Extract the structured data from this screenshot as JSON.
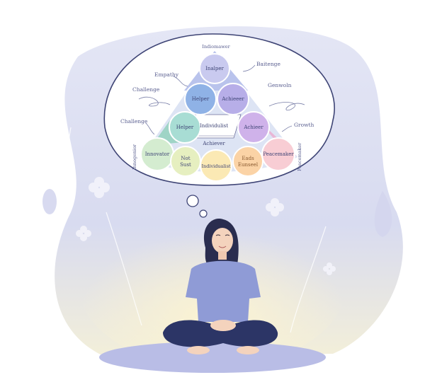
{
  "diagram": {
    "top_label": "Indiomawer",
    "annotations": {
      "empathy": "Empathy",
      "challenge_upper": "Challenge",
      "challenge_lower": "Challenge",
      "baitenge": "Baitenge",
      "genwoln": "Genwoln",
      "growth": "Growth",
      "left_vertical": "Innogenior",
      "right_vertical": "Peacemaker"
    },
    "circles": {
      "top": "Inalper",
      "row2_left": "Helper",
      "row2_right": "Achieeer",
      "row3_left": "Helper",
      "row3_right": "Achieer",
      "center_upper": "Individulist",
      "center_lower": "Achiever",
      "bottom_1": "Innovator",
      "bottom_2_line1": "Not",
      "bottom_2_line2": "Sust",
      "bottom_3": "Individualist",
      "bottom_4_line1": "Eads",
      "bottom_4_line2": "Eunseel",
      "bottom_5": "Peacemaker"
    }
  },
  "colors": {
    "background_haze": "#dcdcf0",
    "shirt": "#8f9bd6",
    "pants": "#2c3566",
    "hair": "#2a2d4f",
    "mat": "#b9bde6"
  }
}
